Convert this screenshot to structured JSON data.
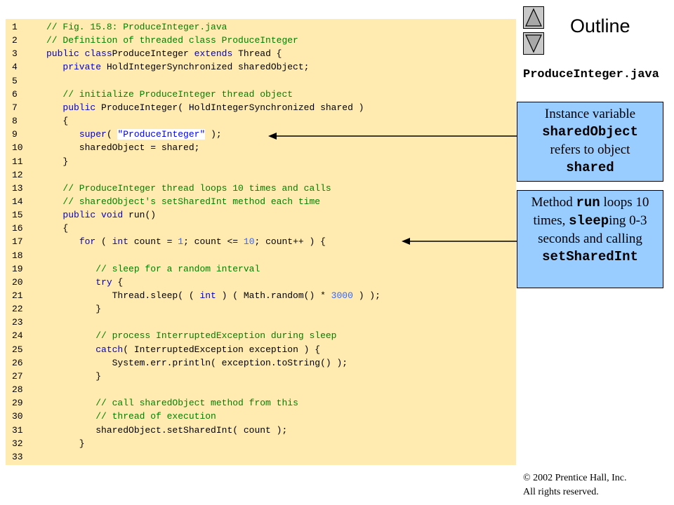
{
  "outline": {
    "title": "Outline",
    "up_icon": "triangle-up-icon",
    "down_icon": "triangle-down-icon"
  },
  "file_label": "ProduceInteger.java",
  "code_lines": [
    {
      "n": "1",
      "segs": [
        [
          "cm",
          "// Fig. 15.8: ProduceInteger.java"
        ]
      ]
    },
    {
      "n": "2",
      "segs": [
        [
          "cm",
          "// Definition of threaded class ProduceInteger"
        ]
      ]
    },
    {
      "n": "3",
      "segs": [
        [
          "kw",
          "public class"
        ],
        [
          "",
          "ProduceInteger "
        ],
        [
          "kw",
          "extends"
        ],
        [
          "",
          " Thread {"
        ]
      ]
    },
    {
      "n": "4",
      "segs": [
        [
          "",
          "   "
        ],
        [
          "kw",
          "private"
        ],
        [
          "",
          " HoldIntegerSynchronized sharedObject;"
        ]
      ]
    },
    {
      "n": "5",
      "segs": []
    },
    {
      "n": "6",
      "segs": [
        [
          "",
          "   "
        ],
        [
          "cm",
          "// initialize ProduceInteger thread object"
        ]
      ]
    },
    {
      "n": "7",
      "segs": [
        [
          "",
          "   "
        ],
        [
          "kw",
          "public"
        ],
        [
          "",
          " ProduceInteger( HoldIntegerSynchronized shared )"
        ]
      ]
    },
    {
      "n": "8",
      "segs": [
        [
          "",
          "   {"
        ]
      ]
    },
    {
      "n": "9",
      "segs": [
        [
          "",
          "      "
        ],
        [
          "kw",
          "super"
        ],
        [
          "",
          "( "
        ],
        [
          "st",
          "\"ProduceInteger\""
        ],
        [
          "",
          " );"
        ]
      ]
    },
    {
      "n": "10",
      "segs": [
        [
          "",
          "      sharedObject = shared;"
        ]
      ]
    },
    {
      "n": "11",
      "segs": [
        [
          "",
          "   }"
        ]
      ]
    },
    {
      "n": "12",
      "segs": []
    },
    {
      "n": "13",
      "segs": [
        [
          "",
          "   "
        ],
        [
          "cm",
          "// ProduceInteger thread loops 10 times and calls"
        ]
      ]
    },
    {
      "n": "14",
      "segs": [
        [
          "",
          "   "
        ],
        [
          "cm",
          "// sharedObject's setSharedInt method each time"
        ]
      ]
    },
    {
      "n": "15",
      "segs": [
        [
          "",
          "   "
        ],
        [
          "kw",
          "public void"
        ],
        [
          "",
          " run()"
        ]
      ]
    },
    {
      "n": "16",
      "segs": [
        [
          "",
          "   {"
        ]
      ]
    },
    {
      "n": "17",
      "segs": [
        [
          "",
          "      "
        ],
        [
          "kw",
          "for"
        ],
        [
          "",
          " ( "
        ],
        [
          "kw",
          "int"
        ],
        [
          "",
          " count = "
        ],
        [
          "num",
          "1"
        ],
        [
          "",
          "; count <= "
        ],
        [
          "num",
          "10"
        ],
        [
          "",
          "; count++ ) {"
        ]
      ]
    },
    {
      "n": "18",
      "segs": []
    },
    {
      "n": "19",
      "segs": [
        [
          "",
          "         "
        ],
        [
          "cm",
          "// sleep for a random interval"
        ]
      ]
    },
    {
      "n": "20",
      "segs": [
        [
          "",
          "         "
        ],
        [
          "kw",
          "try"
        ],
        [
          "",
          " {"
        ]
      ]
    },
    {
      "n": "21",
      "segs": [
        [
          "",
          "            Thread.sleep( ( "
        ],
        [
          "kw",
          "int"
        ],
        [
          "",
          " ) ( Math.random() * "
        ],
        [
          "num",
          "3000"
        ],
        [
          "",
          " ) );"
        ]
      ]
    },
    {
      "n": "22",
      "segs": [
        [
          "",
          "         }"
        ]
      ]
    },
    {
      "n": "23",
      "segs": []
    },
    {
      "n": "24",
      "segs": [
        [
          "",
          "         "
        ],
        [
          "cm",
          "// process InterruptedException during sleep"
        ]
      ]
    },
    {
      "n": "25",
      "segs": [
        [
          "",
          "         "
        ],
        [
          "kw",
          "catch"
        ],
        [
          "",
          "( InterruptedException exception ) {"
        ]
      ]
    },
    {
      "n": "26",
      "segs": [
        [
          "",
          "            System.err.println( exception.toString() );"
        ]
      ]
    },
    {
      "n": "27",
      "segs": [
        [
          "",
          "         }"
        ]
      ]
    },
    {
      "n": "28",
      "segs": []
    },
    {
      "n": "29",
      "segs": [
        [
          "",
          "         "
        ],
        [
          "cm",
          "// call sharedObject method from this"
        ]
      ]
    },
    {
      "n": "30",
      "segs": [
        [
          "",
          "         "
        ],
        [
          "cm",
          "// thread of execution"
        ]
      ]
    },
    {
      "n": "31",
      "segs": [
        [
          "",
          "         sharedObject.setSharedInt( count );"
        ]
      ]
    },
    {
      "n": "32",
      "segs": [
        [
          "",
          "      }"
        ]
      ]
    },
    {
      "n": "33",
      "segs": []
    }
  ],
  "callouts": {
    "first": {
      "t1": "Instance variable",
      "m1": "sharedObject",
      "t2": "refers to object",
      "m2": "shared"
    },
    "second": {
      "t1": "Method ",
      "m1": "run",
      "t2": " loops 10 times, ",
      "m2": "sleep",
      "t3": "ing 0-3 seconds and calling",
      "m3": "setSharedInt"
    }
  },
  "copyright": {
    "symbol": "©",
    "line1": " 2002 Prentice Hall, Inc.",
    "line2": "All rights reserved."
  }
}
